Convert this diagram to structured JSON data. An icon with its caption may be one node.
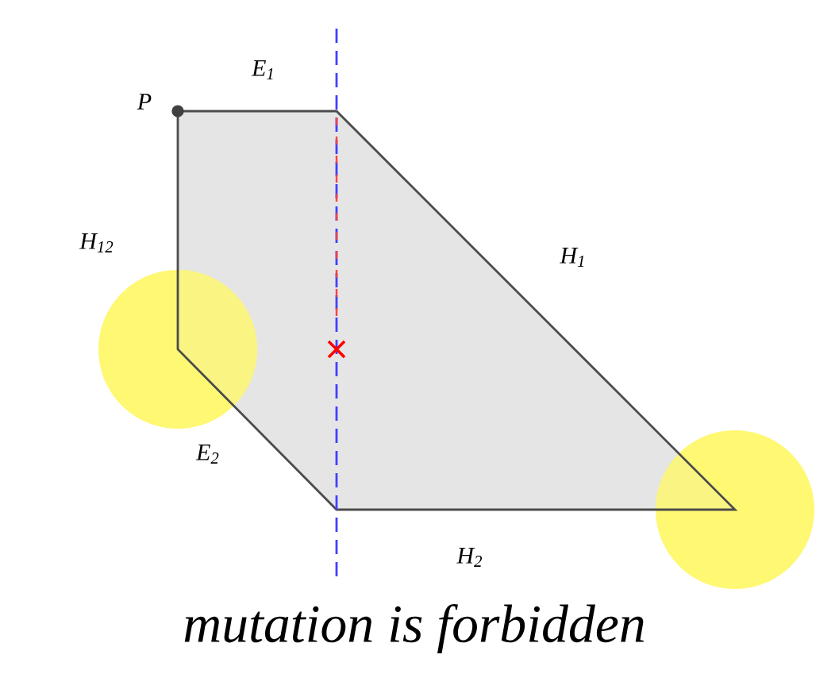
{
  "diagram": {
    "caption": "mutation is forbidden",
    "labels": [
      "P",
      "E$_{1}$",
      "H$_{12}$",
      "H$_{1}$",
      "E$_{2}$",
      "H$_{2}$"
    ]
  }
}
